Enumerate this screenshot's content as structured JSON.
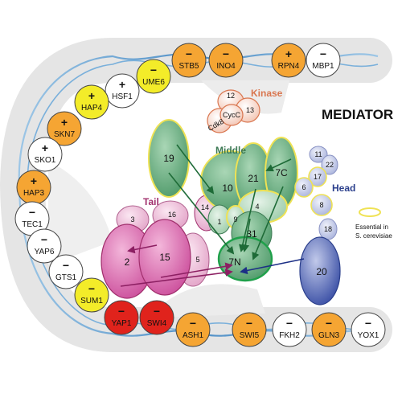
{
  "title": "MEDIATOR",
  "modules": {
    "kinase": {
      "label": "Kinase",
      "color": "#d9764f"
    },
    "middle": {
      "label": "Middle",
      "color": "#3d7a54"
    },
    "head": {
      "label": "Head",
      "color": "#2b3f8c"
    },
    "tail": {
      "label": "Tail",
      "color": "#a1306d"
    }
  },
  "legend": {
    "line1": "Essential in",
    "line2": "S. cerevisiae",
    "essential_color": "#efe254"
  },
  "kinase_subunits": [
    "12",
    "CycC",
    "13",
    "Cdk8"
  ],
  "middle_subunits": [
    "19",
    "10",
    "21",
    "7C",
    "4",
    "14",
    "1",
    "9",
    "31",
    "7N"
  ],
  "head_subunits": [
    "11",
    "22",
    "17",
    "6",
    "8",
    "18",
    "20"
  ],
  "tail_subunits": [
    "3",
    "16",
    "2",
    "15",
    "5"
  ],
  "transcription_factors": [
    {
      "name": "MBP1",
      "sign": "−",
      "color": "white"
    },
    {
      "name": "RPN4",
      "sign": "+",
      "color": "orange"
    },
    {
      "name": "INO4",
      "sign": "−",
      "color": "orange"
    },
    {
      "name": "STB5",
      "sign": "−",
      "color": "orange"
    },
    {
      "name": "UME6",
      "sign": "−",
      "color": "yellow"
    },
    {
      "name": "HSF1",
      "sign": "+",
      "color": "white"
    },
    {
      "name": "HAP4",
      "sign": "+",
      "color": "yellow"
    },
    {
      "name": "SKN7",
      "sign": "+",
      "color": "orange"
    },
    {
      "name": "SKO1",
      "sign": "+",
      "color": "white"
    },
    {
      "name": "HAP3",
      "sign": "+",
      "color": "orange"
    },
    {
      "name": "TEC1",
      "sign": "−",
      "color": "white"
    },
    {
      "name": "YAP6",
      "sign": "−",
      "color": "white"
    },
    {
      "name": "GTS1",
      "sign": "−",
      "color": "white"
    },
    {
      "name": "SUM1",
      "sign": "−",
      "color": "yellow"
    },
    {
      "name": "YAP1",
      "sign": "−",
      "color": "red"
    },
    {
      "name": "SWI4",
      "sign": "−",
      "color": "red"
    },
    {
      "name": "ASH1",
      "sign": "−",
      "color": "orange"
    },
    {
      "name": "SWI5",
      "sign": "−",
      "color": "orange"
    },
    {
      "name": "FKH2",
      "sign": "−",
      "color": "white"
    },
    {
      "name": "GLN3",
      "sign": "−",
      "color": "orange"
    },
    {
      "name": "YOX1",
      "sign": "−",
      "color": "white"
    }
  ],
  "tf_colors": {
    "white": "#ffffff",
    "orange": "#f5a533",
    "yellow": "#f3ec29",
    "red": "#e0231c"
  }
}
